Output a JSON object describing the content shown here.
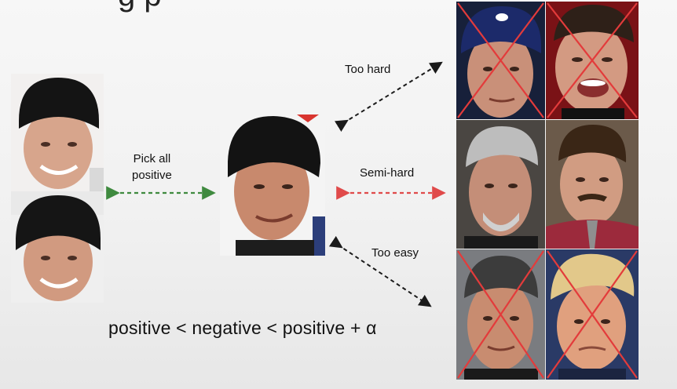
{
  "slide": {
    "top_title_fragment": "g p"
  },
  "labels": {
    "pick_positive": "Pick all\npositive",
    "too_hard": "Too hard",
    "semi_hard": "Semi-hard",
    "too_easy": "Too easy"
  },
  "formula": "positive < negative < positive + α",
  "colors": {
    "pick_arrow": "#3f8a3f",
    "hard_arrow": "#1a1a1a",
    "semi_arrow": "#e04a4a",
    "easy_arrow": "#1a1a1a",
    "cross": "#e33b3b"
  }
}
